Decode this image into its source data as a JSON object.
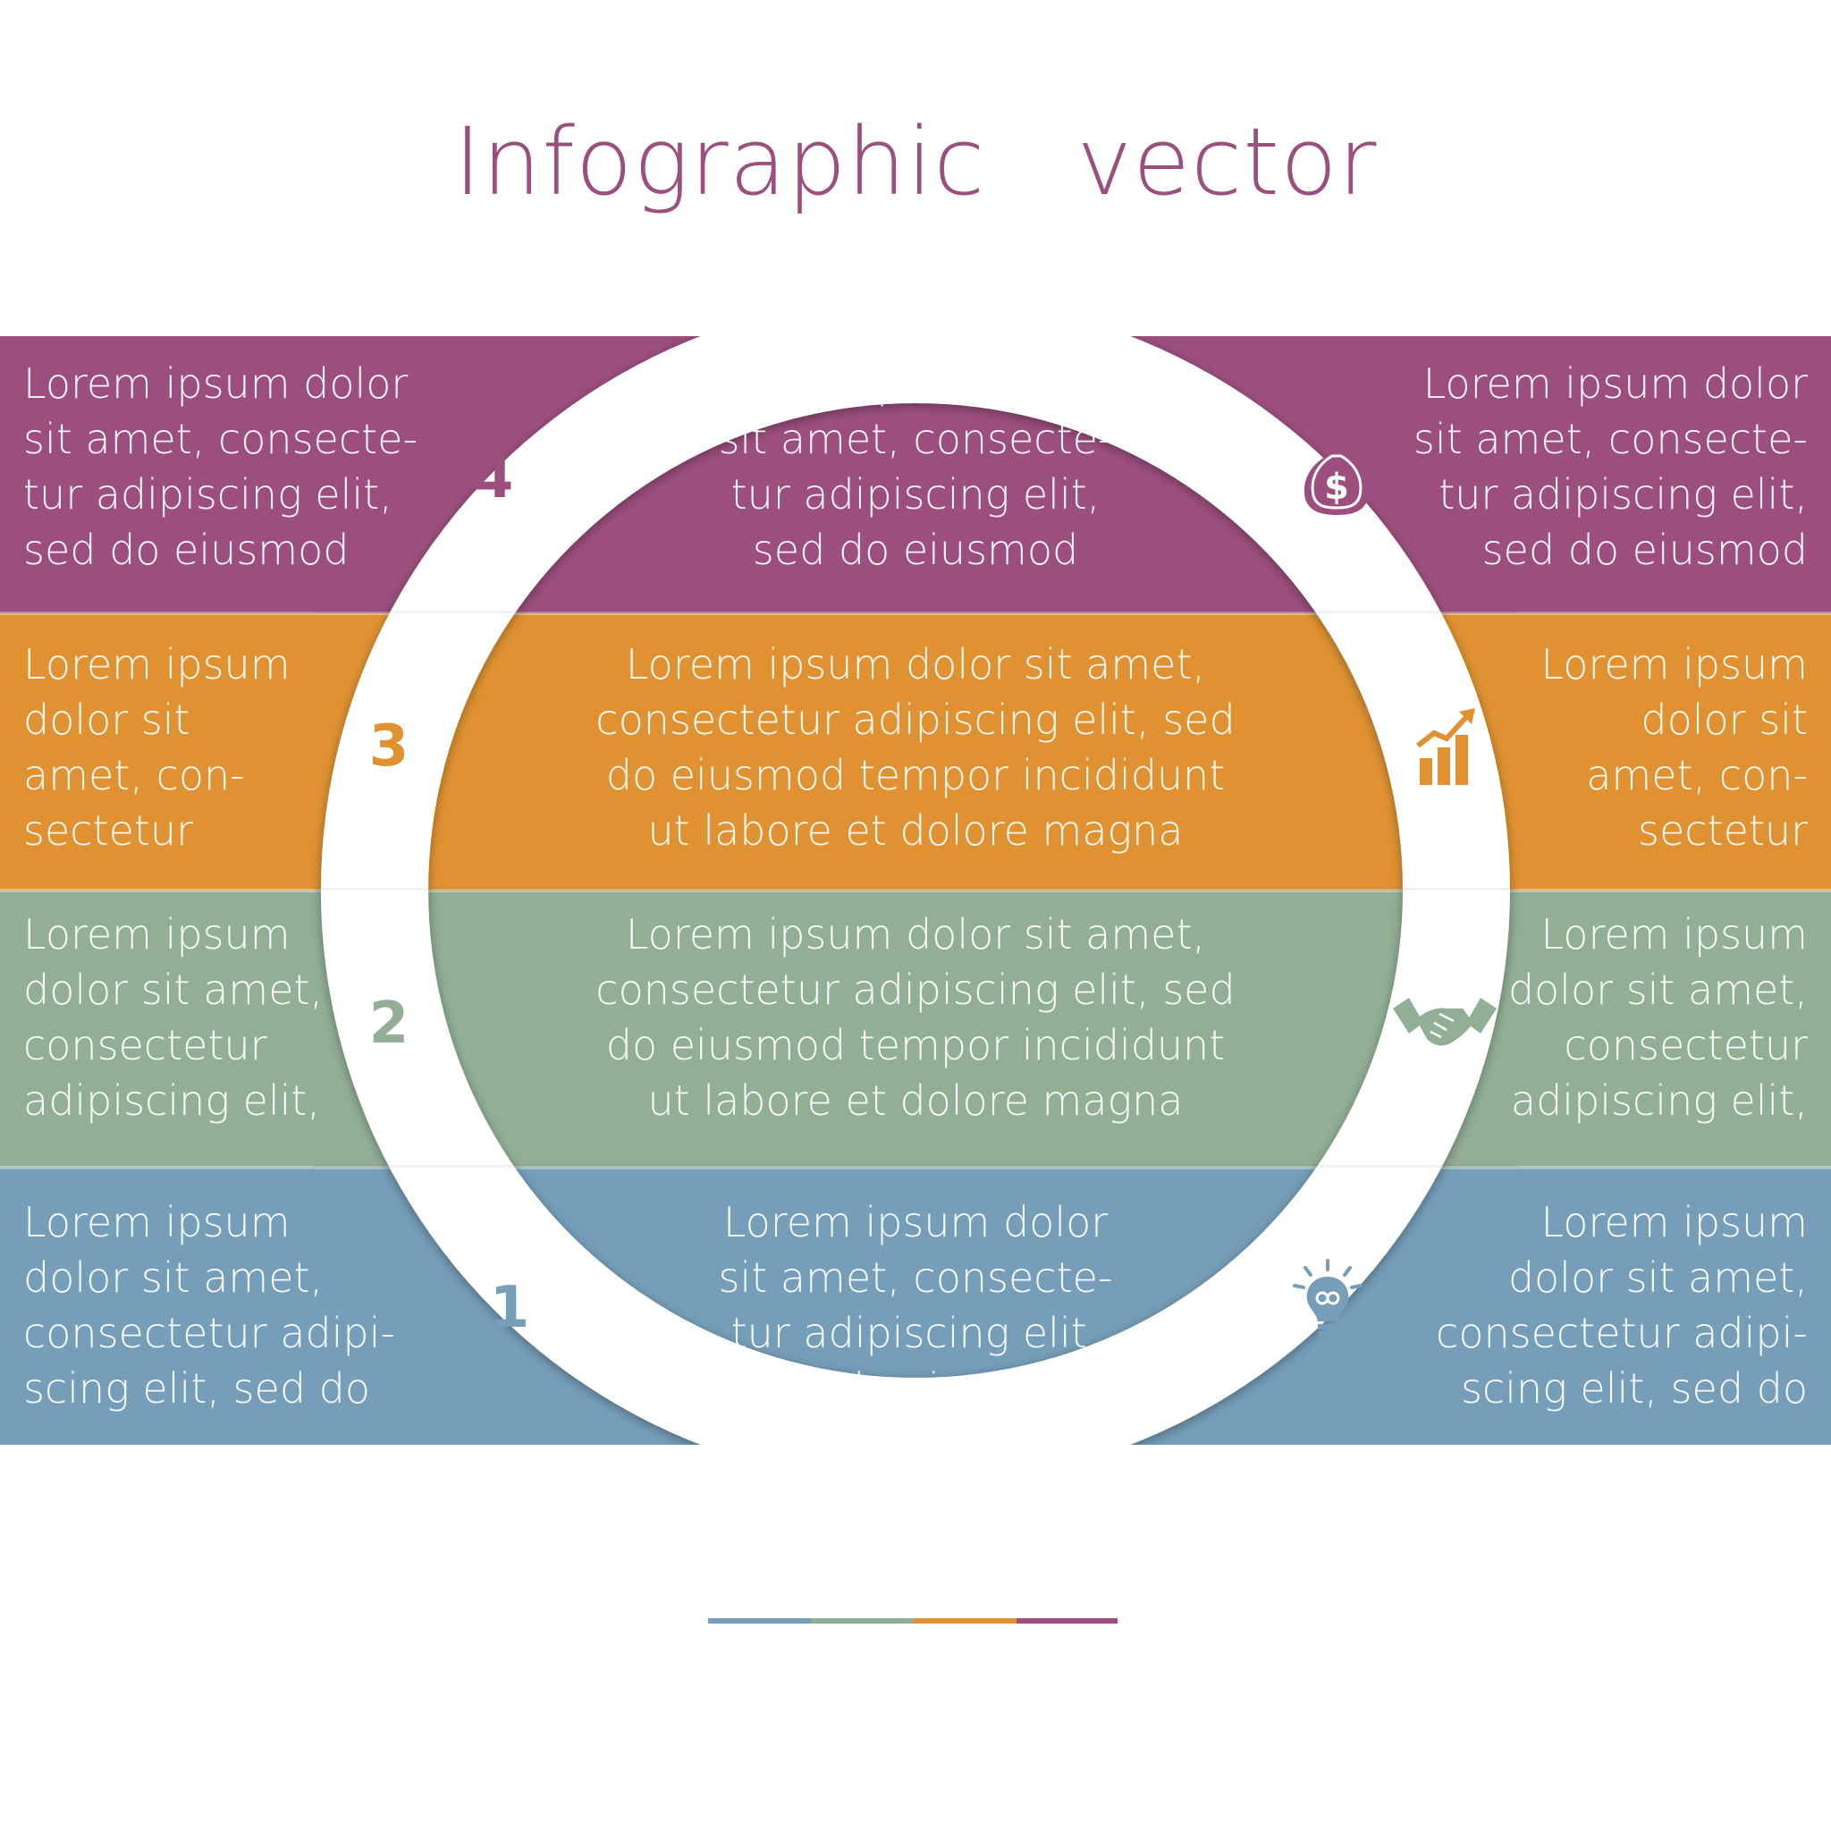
{
  "title": "Infographic   vector",
  "colors": {
    "purple": "#9c4f7e",
    "orange": "#e09232",
    "green": "#92af95",
    "blue": "#769eb9",
    "title": "#9c4f7e"
  },
  "bands": [
    {
      "number": "4",
      "color": "#9c4f7e",
      "icon": "money-bag-icon",
      "left_text": "Lorem ipsum dolor\nsit amet, consecte-\ntur adipiscing elit,\nsed do eiusmod",
      "center_text": "Lorem ipsum dolor\nsit amet, consecte-\ntur adipiscing elit,\nsed do eiusmod",
      "right_text": "Lorem ipsum dolor\nsit amet, consecte-\ntur adipiscing elit,\nsed do eiusmod"
    },
    {
      "number": "3",
      "color": "#e09232",
      "icon": "growth-chart-icon",
      "left_text": "Lorem ipsum\ndolor sit\namet, con-\nsectetur",
      "center_text": "Lorem ipsum dolor sit amet,\nconsectetur adipiscing elit, sed\ndo eiusmod tempor incididunt\nut labore et dolore magna",
      "right_text": "Lorem ipsum\ndolor sit\namet, con-\nsectetur"
    },
    {
      "number": "2",
      "color": "#92af95",
      "icon": "handshake-icon",
      "left_text": "Lorem ipsum\ndolor sit amet,\nconsectetur\nadipiscing elit,",
      "center_text": "Lorem ipsum dolor sit amet,\nconsectetur adipiscing elit, sed\ndo eiusmod tempor incididunt\nut labore et dolore magna",
      "right_text": "Lorem ipsum\ndolor sit amet,\nconsectetur\nadipiscing elit,"
    },
    {
      "number": "1",
      "color": "#769eb9",
      "icon": "lightbulb-icon",
      "left_text": "Lorem ipsum\ndolor sit amet,\nconsectetur adipi-\nscing elit, sed do",
      "center_text": "Lorem ipsum dolor\nsit amet, consecte-\ntur adipiscing elit,\nsed do eiusmod",
      "right_text": "Lorem ipsum\ndolor sit amet,\nconsectetur adipi-\nscing elit, sed do"
    }
  ]
}
